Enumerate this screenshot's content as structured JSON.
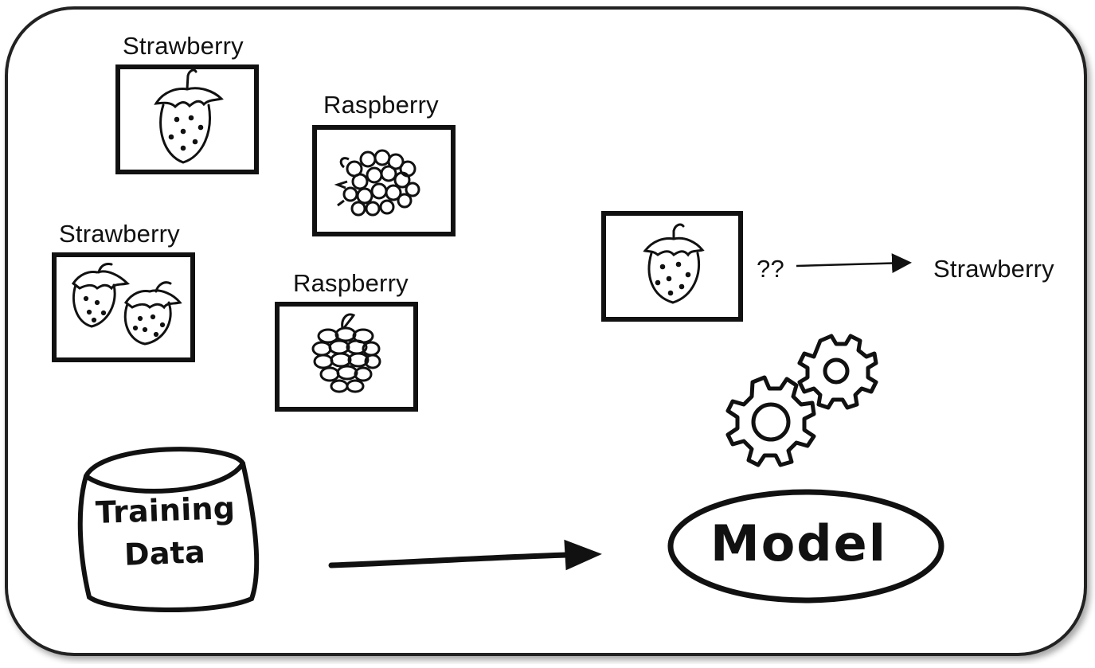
{
  "training_images": [
    {
      "label": "Strawberry",
      "fruit_icon": "single-strawberry-icon"
    },
    {
      "label": "Raspberry",
      "fruit_icon": "raspberry-icon"
    },
    {
      "label": "Strawberry",
      "fruit_icon": "two-strawberries-icon"
    },
    {
      "label": "Raspberry",
      "fruit_icon": "raspberry-icon"
    }
  ],
  "query": {
    "fruit_icon": "strawberry-icon",
    "unknown_label": "??",
    "prediction": "Strawberry"
  },
  "training_data": {
    "line1": "Training",
    "line2": "Data",
    "icon": "cylinder-icon"
  },
  "model": {
    "label": "Model",
    "icon": "gears-icon"
  },
  "colors": {
    "ink": "#111111",
    "background": "#ffffff",
    "border": "#222222"
  }
}
